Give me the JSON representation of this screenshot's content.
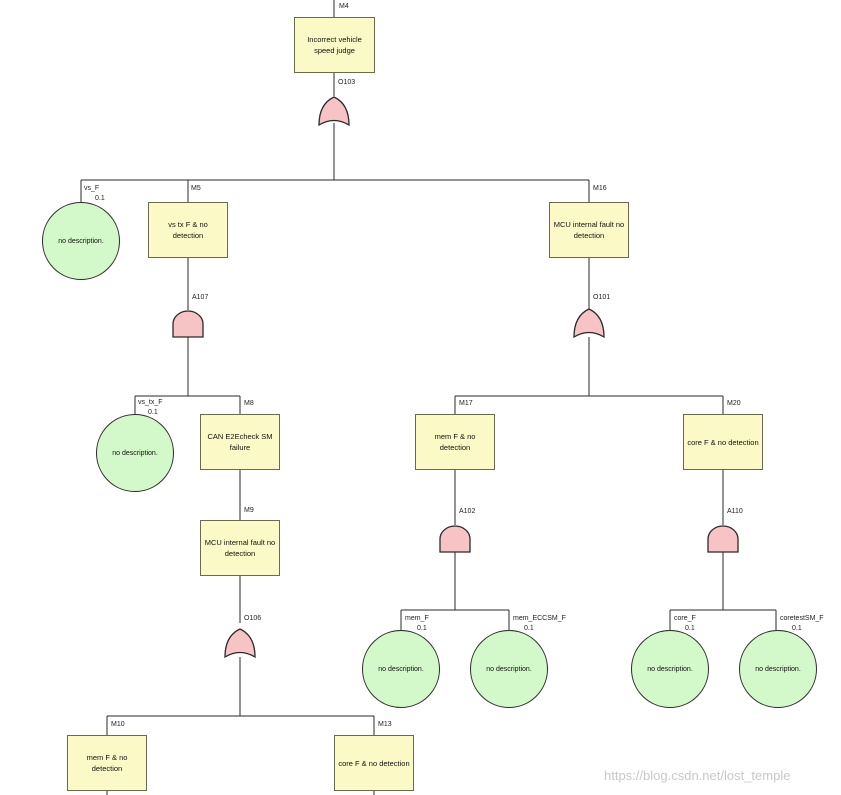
{
  "colors": {
    "event_fill": "#fbfac6",
    "basic_fill": "#d3f8c9",
    "gate_fill": "#f7c3c5",
    "line": "#2a2a2a"
  },
  "events": {
    "M4": {
      "id": "M4",
      "text": "Incorrect vehicle speed judge"
    },
    "M5": {
      "id": "M5",
      "text": "vs tx F & no detection"
    },
    "M16": {
      "id": "M16",
      "text": "MCU internal fault no detection"
    },
    "M8": {
      "id": "M8",
      "text": "CAN E2Echeck SM failure"
    },
    "M9": {
      "id": "M9",
      "text": "MCU internal fault no detection"
    },
    "M17": {
      "id": "M17",
      "text": "mem F & no detection"
    },
    "M20": {
      "id": "M20",
      "text": "core F & no detection"
    },
    "M10": {
      "id": "M10",
      "text": "mem F & no detection"
    },
    "M13": {
      "id": "M13",
      "text": "core F & no detection"
    }
  },
  "basic_events": {
    "vs_F": {
      "id": "vs_F",
      "prob": "0.1",
      "text": "no description."
    },
    "vs_tx_F": {
      "id": "vs_tx_F",
      "prob": "0.1",
      "text": "no description."
    },
    "mem_F": {
      "id": "mem_F",
      "prob": "0.1",
      "text": "no description."
    },
    "mem_ECCSM_F": {
      "id": "mem_ECCSM_F",
      "prob": "0.1",
      "text": "no description."
    },
    "core_F": {
      "id": "core_F",
      "prob": "0.1",
      "text": "no description."
    },
    "coretestSM_F": {
      "id": "coretestSM_F",
      "prob": "0.1",
      "text": "no description."
    }
  },
  "gates": {
    "O103": {
      "id": "O103",
      "type": "or"
    },
    "A107": {
      "id": "A107",
      "type": "and"
    },
    "O101": {
      "id": "O101",
      "type": "or"
    },
    "A102": {
      "id": "A102",
      "type": "and"
    },
    "A110": {
      "id": "A110",
      "type": "and"
    },
    "O106": {
      "id": "O106",
      "type": "or"
    }
  },
  "watermark": "https://blog.csdn.net/lost_temple"
}
